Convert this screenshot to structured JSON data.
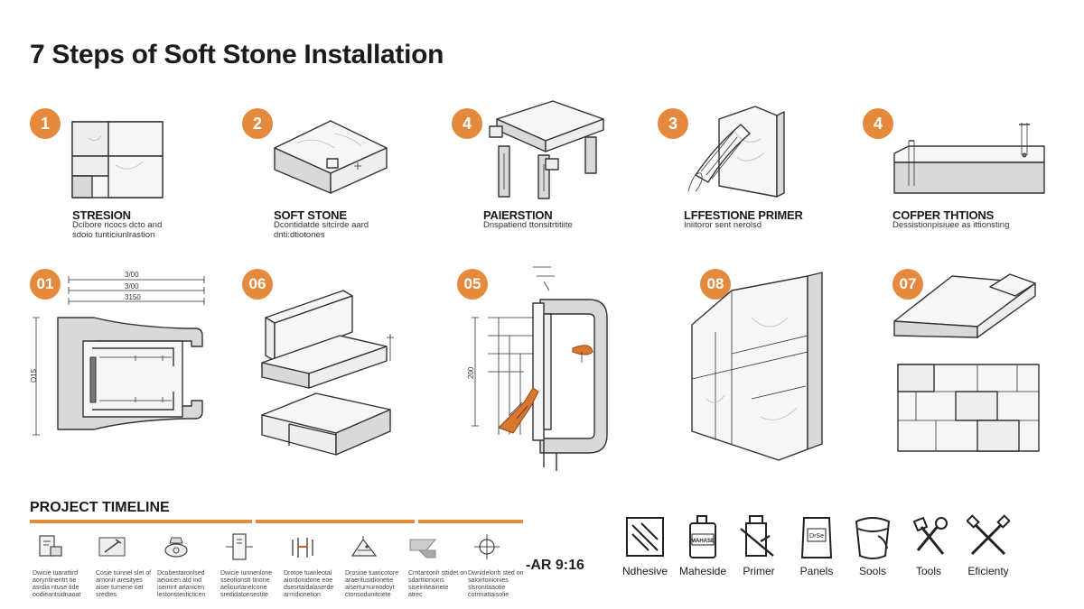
{
  "title": "7 Steps of Soft Stone Installation",
  "accent_color": "#e58a3c",
  "steps_row1": [
    {
      "badge": "1",
      "title": "STRESION",
      "desc": [
        "Dcibore ricocs dcto and",
        "sdoio tunticiunlrastion"
      ]
    },
    {
      "badge": "2",
      "title": "SOFT STONE",
      "desc": [
        "Dcontidatde sitcirde aard",
        "dnti:dtiotones"
      ]
    },
    {
      "badge": "4",
      "title": "PAIERSTION",
      "desc": [
        "Dnspatiend ttonsitrtitiite"
      ]
    },
    {
      "badge": "3",
      "title": "LFFESTIONE PRIMER",
      "desc": [
        "Iniitoror sent nerolsd"
      ]
    },
    {
      "badge": "4",
      "title": "COFPER THTIONS",
      "desc": [
        "Dessistionpisiuee as ittionsting"
      ]
    }
  ],
  "steps_row2": [
    {
      "badge": "01",
      "dims": [
        "3/00",
        "3/00",
        "3150"
      ],
      "vertical_dim": "O15"
    },
    {
      "badge": "06"
    },
    {
      "badge": "05",
      "vertical_dim": "200"
    },
    {
      "badge": "08"
    },
    {
      "badge": "07"
    }
  ],
  "timeline": {
    "title": "PROJECT TIMELINE",
    "items": [
      {
        "icon": "tablet-icon",
        "text": [
          "Dwicie tuarattird",
          "aoryntinentrt tie",
          "asrdia ntuse tide",
          "oodieantsidnaoat"
        ]
      },
      {
        "icon": "trowel-icon",
        "text": [
          "Cosie tuinnel slet of",
          "arnonir aresityes",
          "aiser turnene oet",
          "sredtes"
        ]
      },
      {
        "icon": "mixer-icon",
        "text": [
          "Dcobestaronlsed",
          "aeioicen atd ind",
          "iseinint arlanicen",
          "lestonstesticticen"
        ]
      },
      {
        "icon": "panel-icon",
        "text": [
          "Dwicie tunnenlone",
          "sseotionstt tinone",
          "aeliourtanelcone",
          "sredidatonsestite"
        ]
      },
      {
        "icon": "anchor-icon",
        "text": [
          "Drotoe tuanleotal",
          "aiordonidone eoe",
          "dsesrtaidalaserde",
          "arrndionetion"
        ]
      },
      {
        "icon": "level-icon",
        "text": [
          "Drosioe tuaricotore",
          "araeritusidionetie",
          "aiserturnurnodoyt",
          "ctonsodunitciete"
        ]
      },
      {
        "icon": "cutter-icon",
        "text": [
          "Crntantonh sttidet on",
          "sdarttionoins",
          "siseiniteainete",
          "atrec"
        ]
      },
      {
        "icon": "crosshair-icon",
        "text": [
          "Dwnidelonh sted on",
          "saloirtonionies",
          "slsronitaaotie",
          "cotrmattaisolie"
        ]
      }
    ]
  },
  "aspect_note": "-AR 9:16",
  "tools": [
    {
      "icon": "adhesive-icon",
      "label": "Ndhesive"
    },
    {
      "icon": "sealant-bottle-icon",
      "label": "Maheside"
    },
    {
      "icon": "primer-brush-icon",
      "label": "Primer"
    },
    {
      "icon": "panels-bag-icon",
      "label": "Panels"
    },
    {
      "icon": "bucket-icon",
      "label": "Sools"
    },
    {
      "icon": "hammer-tools-icon",
      "label": "Tools"
    },
    {
      "icon": "efficiency-tools-icon",
      "label": "Eficienty"
    }
  ],
  "bottle_label": "MAHASE",
  "bag_label": "DrSe"
}
